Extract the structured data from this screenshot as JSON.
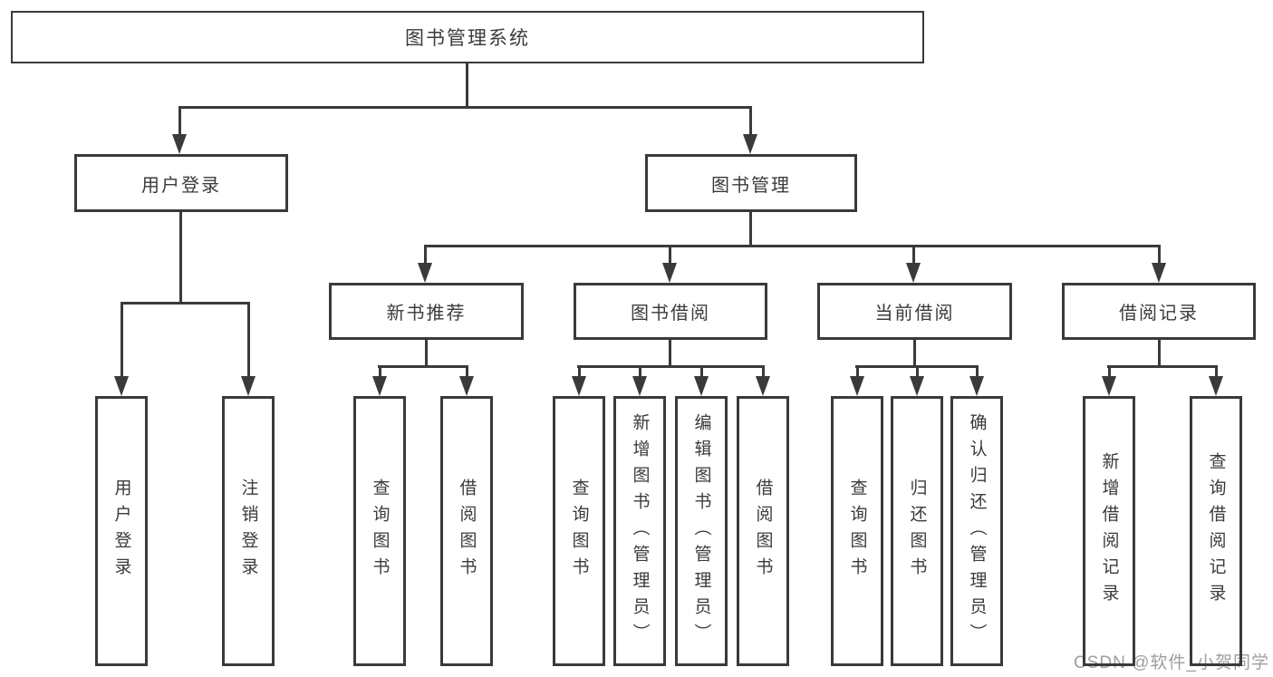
{
  "diagram": {
    "root": {
      "label": "图书管理系统"
    },
    "level2": [
      {
        "label": "用户登录"
      },
      {
        "label": "图书管理"
      }
    ],
    "level3": [
      {
        "label": "新书推荐"
      },
      {
        "label": "图书借阅"
      },
      {
        "label": "当前借阅"
      },
      {
        "label": "借阅记录"
      }
    ],
    "leaves": {
      "user_login": [
        {
          "label": "用户登录"
        },
        {
          "label": "注销登录"
        }
      ],
      "new_book": [
        {
          "label": "查询图书"
        },
        {
          "label": "借阅图书"
        }
      ],
      "book_borrow": [
        {
          "label": "查询图书"
        },
        {
          "label": "新增图书（管理员）"
        },
        {
          "label": "编辑图书（管理员）"
        },
        {
          "label": "借阅图书"
        }
      ],
      "current_borrow": [
        {
          "label": "查询图书"
        },
        {
          "label": "归还图书"
        },
        {
          "label": "确认归还（管理员）"
        }
      ],
      "borrow_record": [
        {
          "label": "新增借阅记录"
        },
        {
          "label": "查询借阅记录"
        }
      ]
    }
  },
  "watermark": "CSDN @软件_小贺同学",
  "colors": {
    "line": "#3a3a3a",
    "text": "#3b3b3b",
    "watermark": "#9e9e9e",
    "background": "#ffffff"
  }
}
